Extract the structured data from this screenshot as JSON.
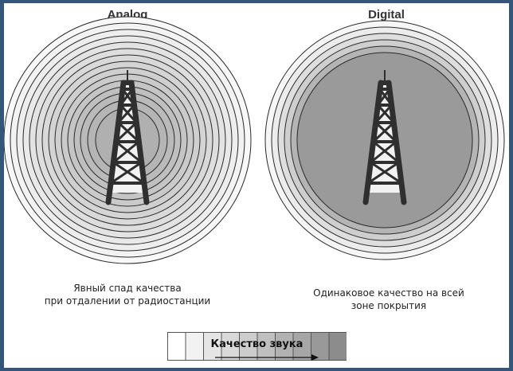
{
  "panels": {
    "analog": {
      "title": "Analog",
      "caption_line1": "Явный спад качества",
      "caption_line2": "при отдалении от радиостанции"
    },
    "digital": {
      "title": "Digital",
      "caption_line1": "Одинаковое качество на всей",
      "caption_line2": "зоне покрытия"
    }
  },
  "quality_bar": {
    "label": "Качество звука",
    "segment_count": 10
  },
  "colors": {
    "background": "#34567a",
    "ring_stroke": "#2a2a2a",
    "tower_dark": "#2f2f2f",
    "tower_light": "#f2f2f2",
    "digital_inner": "#9a9a9a"
  }
}
